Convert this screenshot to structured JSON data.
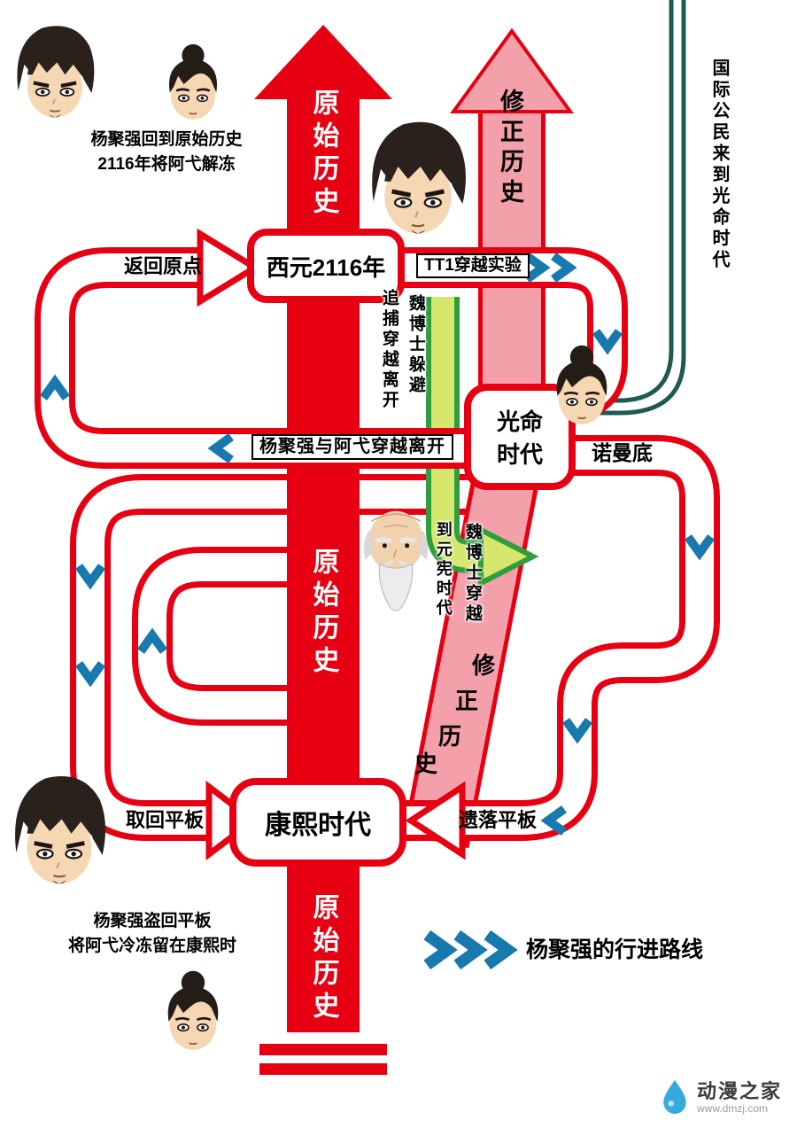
{
  "nodes": {
    "year2116": "西元2116年",
    "guangming1": "光命",
    "guangming2": "时代",
    "kangxi": "康熙时代"
  },
  "captions": {
    "top1": "杨聚强回到原始历史",
    "top2": "2116年将阿弋解冻",
    "bottom1": "杨聚强盗回平板",
    "bottom2": "将阿弋冷冻留在康熙时"
  },
  "labels": {
    "return_origin": "返回原点",
    "tt1_experiment": "TT1穿越实验",
    "pursue_leave": "追捕穿越离开",
    "wei_evade": "魏博士躲避",
    "yang_ayi_leave": "杨聚强与阿弋穿越离开",
    "normandy": "诺曼底",
    "wei_cross": "魏博士穿越",
    "to_yuanxian_era": "到元宪时代",
    "original_history": "原始历史",
    "revised_history": "修正历史",
    "revised_chars": [
      "修",
      "正",
      "历",
      "史"
    ],
    "retrieve_tablet": "取回平板",
    "lost_tablet": "遗落平板",
    "intl_citizens": "国际公民来到光命时代"
  },
  "legend": {
    "route_text": "杨聚强的行进路线"
  },
  "watermark": {
    "name": "动漫之家",
    "url": "www.dmzj.com"
  },
  "colors": {
    "history_red": "#e60012",
    "revised_pink": "#f4a0ab",
    "route_blue": "#1779ad",
    "green_outline": "#2e9e3e",
    "green_fill": "#d6e76d",
    "teal_line": "#1e5a50",
    "watermark_blue": "#35aadc"
  }
}
